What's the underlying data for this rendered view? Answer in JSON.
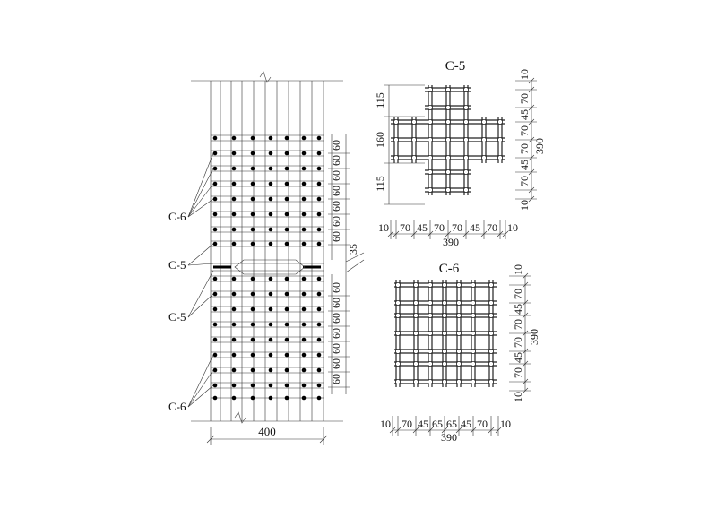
{
  "elevation": {
    "width_label": "400",
    "spacing_label": "60",
    "gap_label": "35",
    "callouts": [
      "C-6",
      "C-5",
      "C-5",
      "C-6"
    ]
  },
  "mesh_c5": {
    "title": "C-5",
    "bottom_dims": [
      "10",
      "70",
      "45",
      "70",
      "70",
      "45",
      "70",
      "10"
    ],
    "bottom_total": "390",
    "right_dims": [
      "10",
      "70",
      "45",
      "70",
      "70",
      "45",
      "70",
      "10"
    ],
    "right_total": "390",
    "left_dims": [
      "115",
      "160",
      "115"
    ]
  },
  "mesh_c6": {
    "title": "C-6",
    "bottom_dims": [
      "10",
      "70",
      "45",
      "65",
      "65",
      "45",
      "70",
      "10"
    ],
    "bottom_total": "390",
    "right_dims": [
      "10",
      "70",
      "45",
      "70",
      "70",
      "45",
      "70",
      "10"
    ],
    "right_total": "390"
  }
}
